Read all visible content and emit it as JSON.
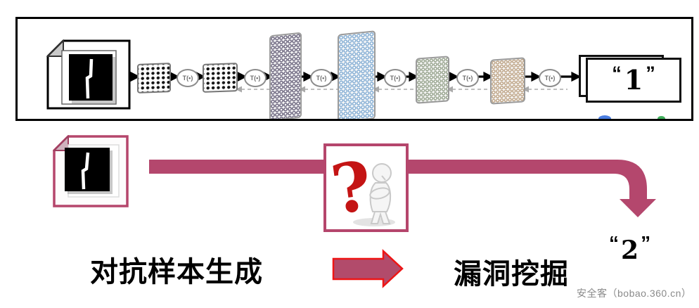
{
  "pipeline": {
    "transform_label": "T(•)",
    "output": {
      "open_quote": "“",
      "digit": "1",
      "close_quote": "”"
    }
  },
  "flow": {
    "question_mark": "?",
    "result": {
      "open_quote": "“",
      "digit": "2",
      "close_quote": "”"
    },
    "label_adversarial": "对抗样本生成",
    "label_vulnerability": "漏洞挖掘",
    "watermark": "安全客（bobao.360.cn）"
  },
  "colors": {
    "accent_pink": "#b4476d",
    "arrow_outline_red": "#ee1515",
    "layer_purple": "#6e6880",
    "layer_blue": "#85aed4",
    "layer_green": "#93a089",
    "layer_brown": "#bba081"
  }
}
